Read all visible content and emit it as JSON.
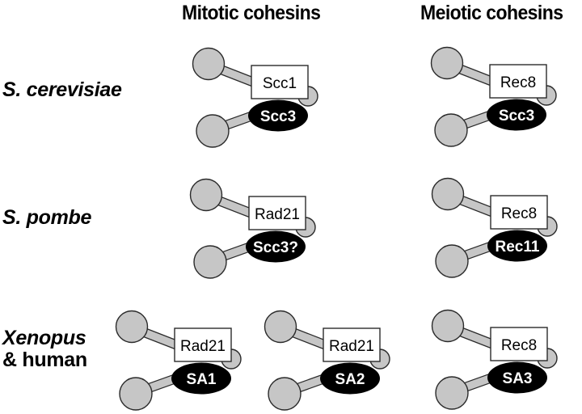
{
  "columns": {
    "mitotic": "Mitotic cohesins",
    "meiotic": "Meiotic cohesins"
  },
  "rows": [
    {
      "label_italic": "S. cerevisiae",
      "label_roman": ""
    },
    {
      "label_italic": "S. pombe",
      "label_roman": ""
    },
    {
      "label_italic": "Xenopus",
      "label_roman": "& human"
    }
  ],
  "colors": {
    "head_fill": "#c6c6c6",
    "outline": "#2a2a2a",
    "box_fill": "#ffffff",
    "ellipse_fill": "#000000"
  },
  "complexes": [
    {
      "id": "cerevisiae-mitotic",
      "row": "S. cerevisiae",
      "column": "Mitotic cohesins",
      "kleisin": "Scc1",
      "sa_subunit": "Scc3"
    },
    {
      "id": "cerevisiae-meiotic",
      "row": "S. cerevisiae",
      "column": "Meiotic cohesins",
      "kleisin": "Rec8",
      "sa_subunit": "Scc3"
    },
    {
      "id": "pombe-mitotic",
      "row": "S. pombe",
      "column": "Mitotic cohesins",
      "kleisin": "Rad21",
      "sa_subunit": "Scc3?"
    },
    {
      "id": "pombe-meiotic",
      "row": "S. pombe",
      "column": "Meiotic cohesins",
      "kleisin": "Rec8",
      "sa_subunit": "Rec11"
    },
    {
      "id": "xenopus-mitotic-sa1",
      "row": "Xenopus & human",
      "column": "Mitotic cohesins",
      "kleisin": "Rad21",
      "sa_subunit": "SA1"
    },
    {
      "id": "xenopus-mitotic-sa2",
      "row": "Xenopus & human",
      "column": "Mitotic cohesins",
      "kleisin": "Rad21",
      "sa_subunit": "SA2"
    },
    {
      "id": "xenopus-meiotic",
      "row": "Xenopus & human",
      "column": "Meiotic cohesins",
      "kleisin": "Rec8",
      "sa_subunit": "SA3"
    }
  ]
}
